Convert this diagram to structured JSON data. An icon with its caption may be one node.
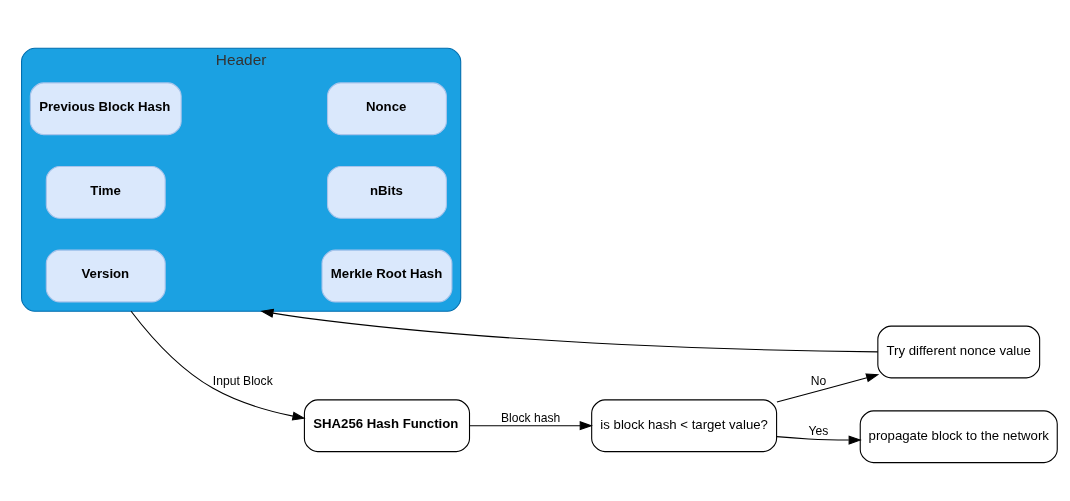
{
  "diagram": {
    "nodes": [
      {
        "text": [
          "Try different nonce value"
        ]
      },
      {
        "text": [
          "Header"
        ]
      },
      {
        "text": [
          "Version"
        ],
        "in": 1
      },
      {
        "text": [
          "Merkle Root Hash"
        ],
        "in": 1
      },
      {
        "text": [
          "Previous Block Hash"
        ],
        "in": 1
      },
      {
        "text": [
          "Nonce"
        ],
        "in": 1
      },
      {
        "text": [
          "Time"
        ],
        "in": 1
      },
      {
        "text": [
          "nBits"
        ],
        "in": 1
      },
      {
        "text": [
          "SHA256 Hash Function"
        ]
      },
      {
        "text": [
          "is block hash < target value?"
        ]
      },
      {
        "text": [
          "propagate block to the network"
        ]
      }
    ],
    "edges": [
      {
        "from": 0,
        "to": 1,
        "arrow": "to"
      },
      {
        "from": 1,
        "to": 8,
        "label": "Input Block",
        "arrow": "to"
      },
      {
        "from": 8,
        "to": 9,
        "label": "Block hash",
        "arrow": "to"
      },
      {
        "from": 9,
        "to": 0,
        "label": "No",
        "arrow": "to"
      },
      {
        "from": 9,
        "to": 10,
        "label": "Yes",
        "arrow": "to"
      }
    ]
  }
}
